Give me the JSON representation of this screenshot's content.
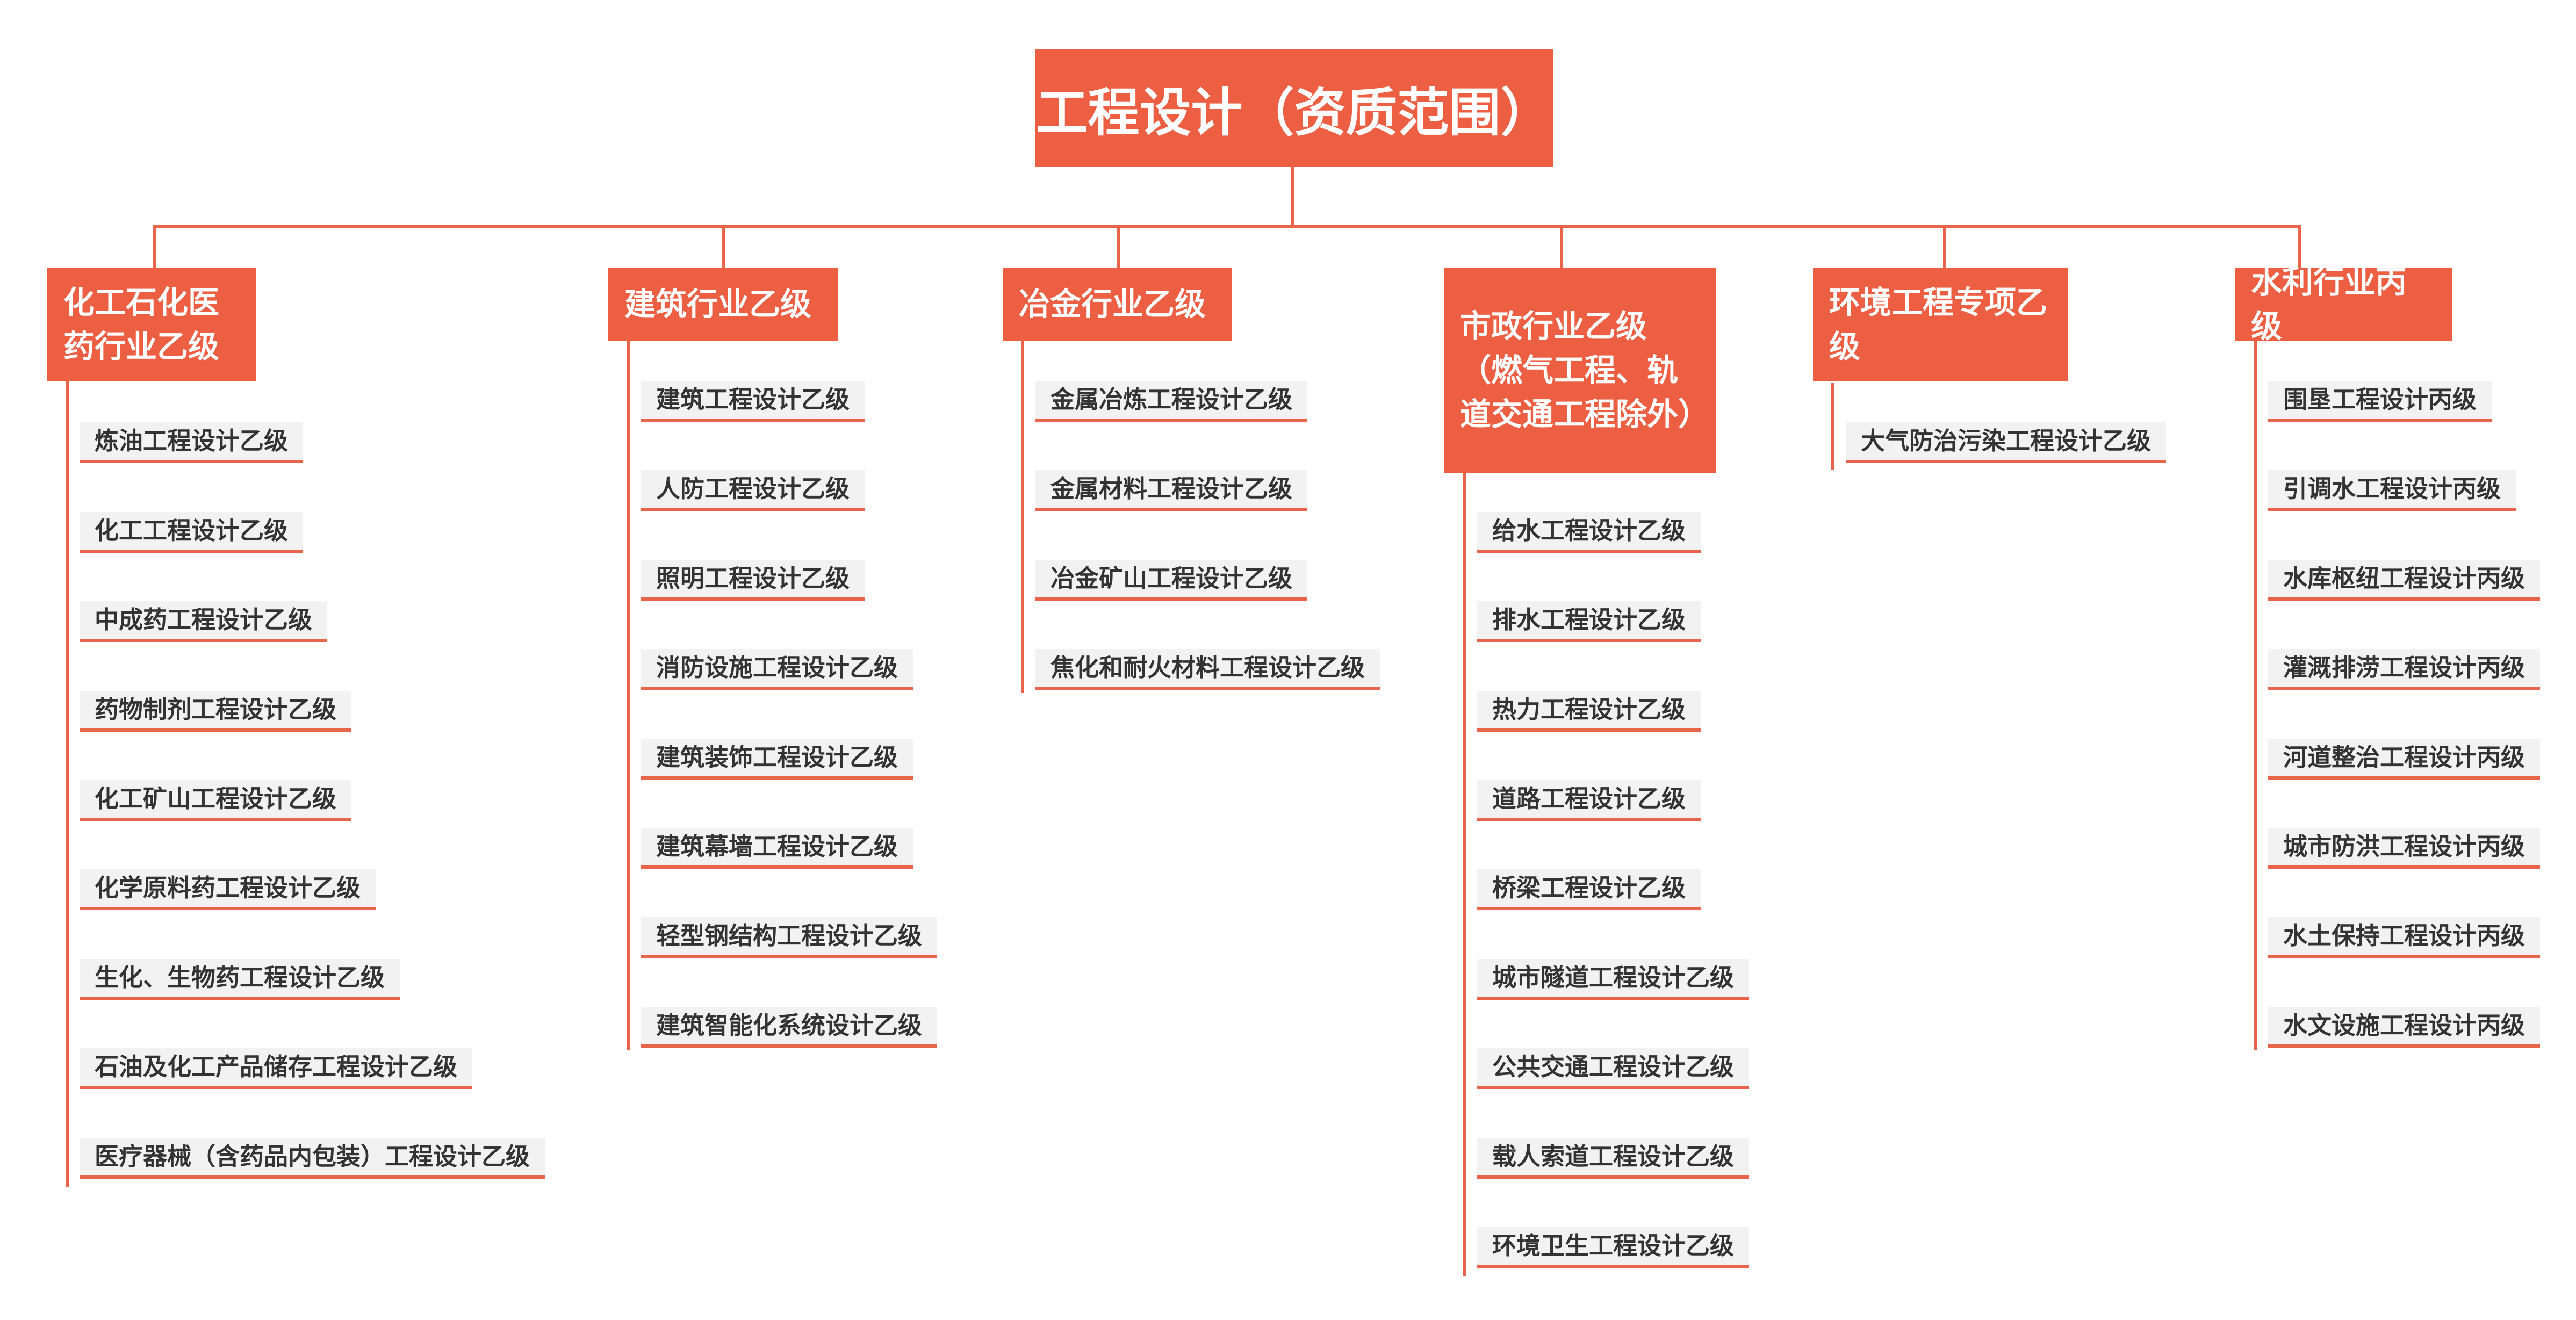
{
  "root": {
    "title": "工程设计（资质范围）"
  },
  "categories": [
    {
      "label": "化工石化医药行业乙级",
      "items": [
        "炼油工程设计乙级",
        "化工工程设计乙级",
        "中成药工程设计乙级",
        "药物制剂工程设计乙级",
        "化工矿山工程设计乙级",
        "化学原料药工程设计乙级",
        "生化、生物药工程设计乙级",
        "石油及化工产品储存工程设计乙级",
        "医疗器械（含药品内包装）工程设计乙级"
      ]
    },
    {
      "label": "建筑行业乙级",
      "items": [
        "建筑工程设计乙级",
        "人防工程设计乙级",
        "照明工程设计乙级",
        "消防设施工程设计乙级",
        "建筑装饰工程设计乙级",
        "建筑幕墙工程设计乙级",
        "轻型钢结构工程设计乙级",
        "建筑智能化系统设计乙级"
      ]
    },
    {
      "label": "冶金行业乙级",
      "items": [
        "金属冶炼工程设计乙级",
        "金属材料工程设计乙级",
        "冶金矿山工程设计乙级",
        "焦化和耐火材料工程设计乙级"
      ]
    },
    {
      "label": "市政行业乙级（燃气工程、轨道交通工程除外）",
      "items": [
        "给水工程设计乙级",
        "排水工程设计乙级",
        "热力工程设计乙级",
        "道路工程设计乙级",
        "桥梁工程设计乙级",
        "城市隧道工程设计乙级",
        "公共交通工程设计乙级",
        "载人索道工程设计乙级",
        "环境卫生工程设计乙级"
      ]
    },
    {
      "label": "环境工程专项乙级",
      "items": [
        "大气防治污染工程设计乙级"
      ]
    },
    {
      "label": "水利行业丙级",
      "items": [
        "围垦工程设计丙级",
        "引调水工程设计丙级",
        "水库枢纽工程设计丙级",
        "灌溉排涝工程设计丙级",
        "河道整治工程设计丙级",
        "城市防洪工程设计丙级",
        "水土保持工程设计丙级",
        "水文设施工程设计丙级"
      ]
    }
  ],
  "colors": {
    "accent": "#ec5f43",
    "line": "#e8644a",
    "leaf_bg": "#f2f2f2",
    "leaf_text": "#333333",
    "header_text": "#ffffff"
  }
}
